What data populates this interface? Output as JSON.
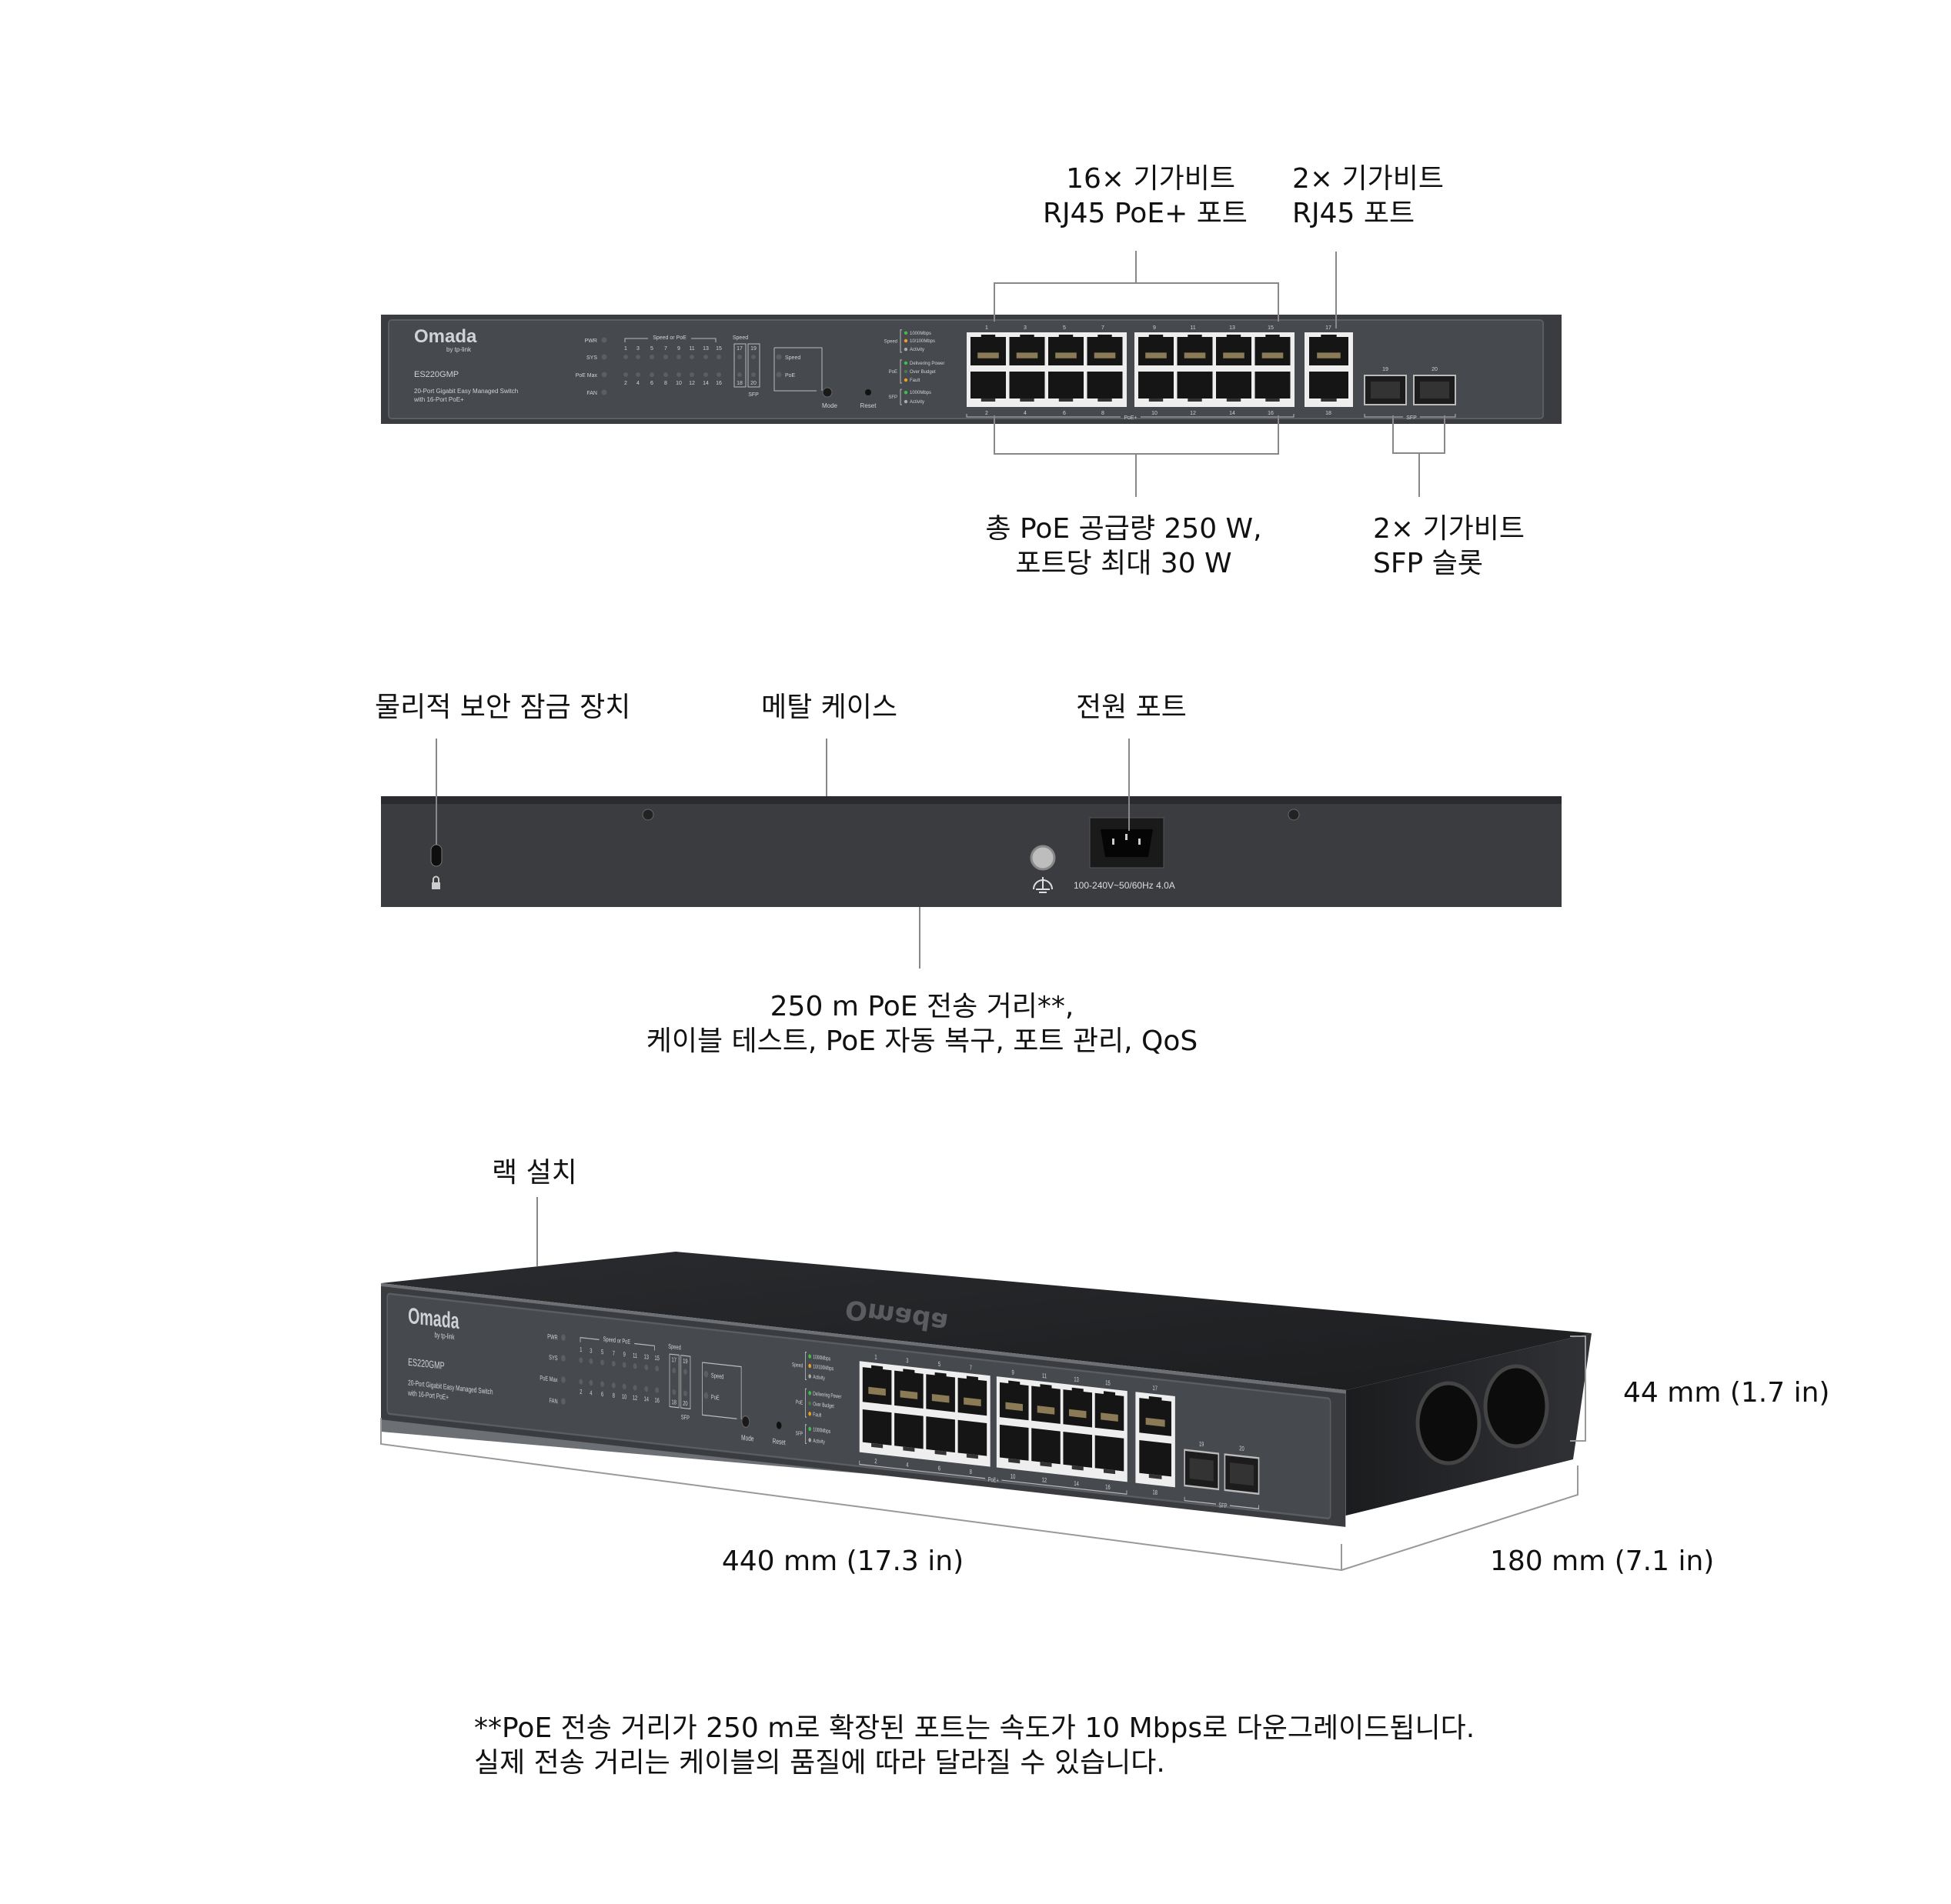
{
  "front_callouts": {
    "poe_ports": [
      "16× 기가비트",
      "RJ45 PoE+ 포트"
    ],
    "rj45_ports": [
      "2× 기가비트",
      "RJ45 포트"
    ],
    "poe_budget": [
      "총 PoE 공급량 250 W,",
      "포트당 최대 30 W"
    ],
    "sfp_slots": [
      "2× 기가비트",
      "SFP 슬롯"
    ]
  },
  "front_panel": {
    "brand": "Omada",
    "brand_sub": "by tp-link",
    "model": "ES220GMP",
    "description": [
      "20-Port Gigabit Easy Managed Switch",
      "with 16-Port PoE+"
    ],
    "system_leds": [
      "PWR",
      "SYS",
      "PoE Max",
      "FAN"
    ],
    "speed_or_poe_label": "Speed or PoE",
    "odd_ports": [
      "1",
      "3",
      "5",
      "7",
      "9",
      "11",
      "13",
      "15"
    ],
    "even_ports": [
      "2",
      "4",
      "6",
      "8",
      "10",
      "12",
      "14",
      "16"
    ],
    "speed_label": "Speed",
    "uplink_top": [
      "17",
      "19"
    ],
    "uplink_bottom": [
      "18",
      "20"
    ],
    "sfp_label": "SFP",
    "mode_box": [
      "Speed",
      "PoE"
    ],
    "mode_button": "Mode",
    "reset_button": "Reset",
    "legend": [
      {
        "group": "Speed",
        "items": [
          {
            "text": "1000Mbps",
            "color": "#3cc24a"
          },
          {
            "text": "10/100Mbps",
            "color": "#f0a020"
          },
          {
            "text": "Activity",
            "color": "#aaaaaa"
          }
        ]
      },
      {
        "group": "PoE",
        "items": [
          {
            "text": "Delivering Power",
            "color": "#3cc24a"
          },
          {
            "text": "Over Budget",
            "color": "#4a7a4a"
          },
          {
            "text": "Fault",
            "color": "#f0a020"
          }
        ]
      },
      {
        "group": "SFP",
        "items": [
          {
            "text": "1000Mbps",
            "color": "#3cc24a"
          },
          {
            "text": "Activity",
            "color": "#aaaaaa"
          }
        ]
      }
    ],
    "port_top_numbers": [
      "1",
      "3",
      "5",
      "7",
      "9",
      "11",
      "13",
      "15",
      "17"
    ],
    "port_bottom_numbers": [
      "2",
      "4",
      "6",
      "8",
      "10",
      "12",
      "14",
      "16",
      "18"
    ],
    "sfp_numbers": [
      "19",
      "20"
    ],
    "poe_plus_label": "PoE+"
  },
  "rear_callouts": {
    "lock": "물리적 보안 잠금 장치",
    "metal_case": "메탈 케이스",
    "power_port": "전원 포트",
    "features": [
      "250 m PoE 전송 거리**,",
      "케이블 테스트, PoE 자동 복구, 포트 관리, QoS"
    ]
  },
  "rear_panel": {
    "power_rating": "100-240V~50/60Hz 4.0A"
  },
  "dimensions": {
    "rack_mount": "랙 설치",
    "height": "44 mm (1.7 in)",
    "width": "440 mm (17.3 in)",
    "depth": "180 mm (7.1 in)"
  },
  "footnote": [
    "**PoE 전송 거리가 250 m로 확장된 포트는 속도가 10 Mbps로 다운그레이드됩니다.",
    " 실제 전송 거리는 케이블의 품질에 따라 달라질 수 있습니다."
  ],
  "colors": {
    "chassis": "#3b3d41",
    "panel": "#45484c",
    "port_frame": "#eeeeee",
    "jack": "#151515"
  }
}
